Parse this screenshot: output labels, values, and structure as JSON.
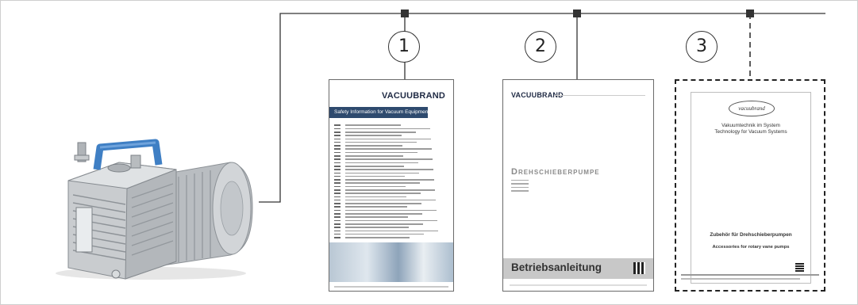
{
  "callouts": [
    "1",
    "2",
    "3"
  ],
  "doc1": {
    "brand": "VACUUBRAND",
    "header_bar": "Safety Information for Vacuum Equipment",
    "language_rows": 34
  },
  "doc2": {
    "brand": "VACUUBRAND",
    "title": "Drehschieberpumpe",
    "band_label": "Betriebsanleitung"
  },
  "doc3": {
    "logo_text": "vacuubrand",
    "line1": "Vakuumtechnik im System",
    "line2": "Technology for Vacuum Systems",
    "accessories_de": "Zubehör für Drehschieberpumpen",
    "accessories_en": "Accessories for rotary vane pumps",
    "border_style": "dashed"
  },
  "colors": {
    "line": "#333333",
    "doc_bar": "#2e4a6e",
    "band": "#c8c8c8",
    "pump_body": "#c9cccf",
    "handle": "#3f7fc4"
  }
}
